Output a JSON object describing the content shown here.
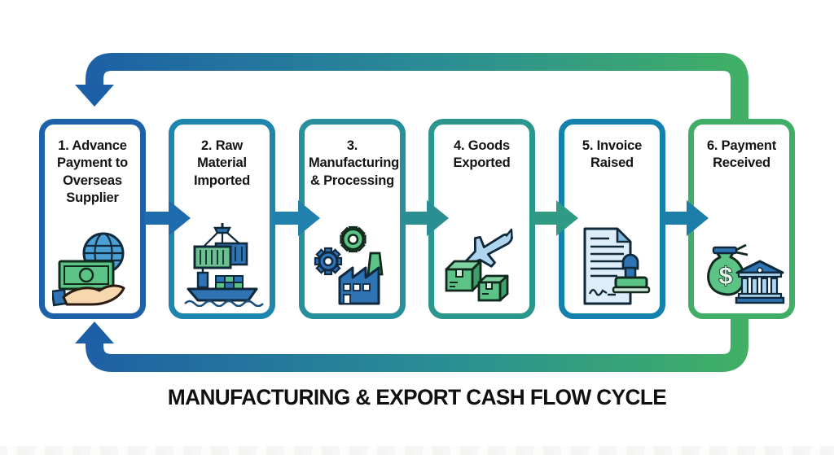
{
  "title": "MANUFACTURING & EXPORT CASH FLOW CYCLE",
  "steps": [
    {
      "label": "1. Advance Payment to Overseas Supplier",
      "border_color": "#1d61a8",
      "icon": "hand-money-globe-icon"
    },
    {
      "label": "2. Raw Material Imported",
      "border_color": "#1e85ae",
      "icon": "cargo-ship-crane-icon"
    },
    {
      "label": "3. Manufacturing & Processing",
      "border_color": "#28909c",
      "icon": "factory-gears-icon"
    },
    {
      "label": "4. Goods Exported",
      "border_color": "#2b968c",
      "icon": "airplane-boxes-icon"
    },
    {
      "label": "5. Invoice Raised",
      "border_color": "#1480ad",
      "icon": "invoice-stamp-icon"
    },
    {
      "label": "6. Payment Received",
      "border_color": "#41ae67",
      "icon": "money-bag-bank-icon"
    }
  ],
  "connectors": [
    {
      "color": "#1e6cad"
    },
    {
      "color": "#1f81ac"
    },
    {
      "color": "#2b8e92"
    },
    {
      "color": "#2f9b85"
    },
    {
      "color": "#1b7ea9"
    }
  ],
  "loop": {
    "gradient_start": "#1d5fa6",
    "gradient_mid": "#2b8e94",
    "gradient_end": "#41b065",
    "arrowhead_color": "#1d5fa6"
  }
}
